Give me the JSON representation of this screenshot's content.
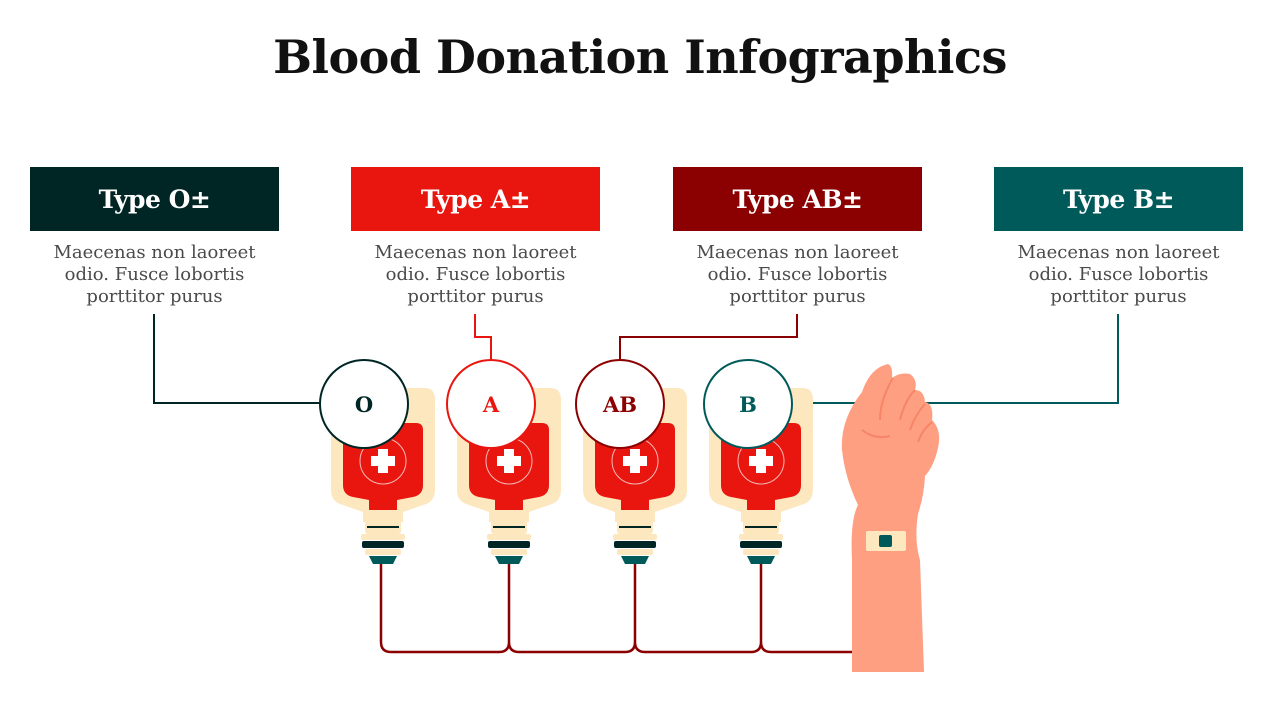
{
  "title": "Blood Donation Infographics",
  "colors": {
    "o": "#002525",
    "a": "#e8160f",
    "ab": "#8b0000",
    "b": "#005a5a",
    "bag_red": "#e8160f",
    "bag_cream": "#fde7bf",
    "tube": "#8b0000",
    "skin": "#ff9f82",
    "skin_dark": "#f58566"
  },
  "types": [
    {
      "header": "Type O±",
      "description": "Maecenas non laoreet odio. Fusce lobortis porttitor purus",
      "badge": "O",
      "color": "#002525"
    },
    {
      "header": "Type A±",
      "description": "Maecenas non laoreet odio. Fusce lobortis porttitor purus",
      "badge": "A",
      "color": "#e8160f"
    },
    {
      "header": "Type AB±",
      "description": "Maecenas non laoreet odio. Fusce lobortis porttitor purus",
      "badge": "AB",
      "color": "#8b0000"
    },
    {
      "header": "Type B±",
      "description": "Maecenas non laoreet odio. Fusce lobortis porttitor purus",
      "badge": "B",
      "color": "#005a5a"
    }
  ],
  "icons": {
    "bag": "blood-bag-icon",
    "cross": "medical-cross-icon",
    "arm": "raised-arm-icon"
  }
}
